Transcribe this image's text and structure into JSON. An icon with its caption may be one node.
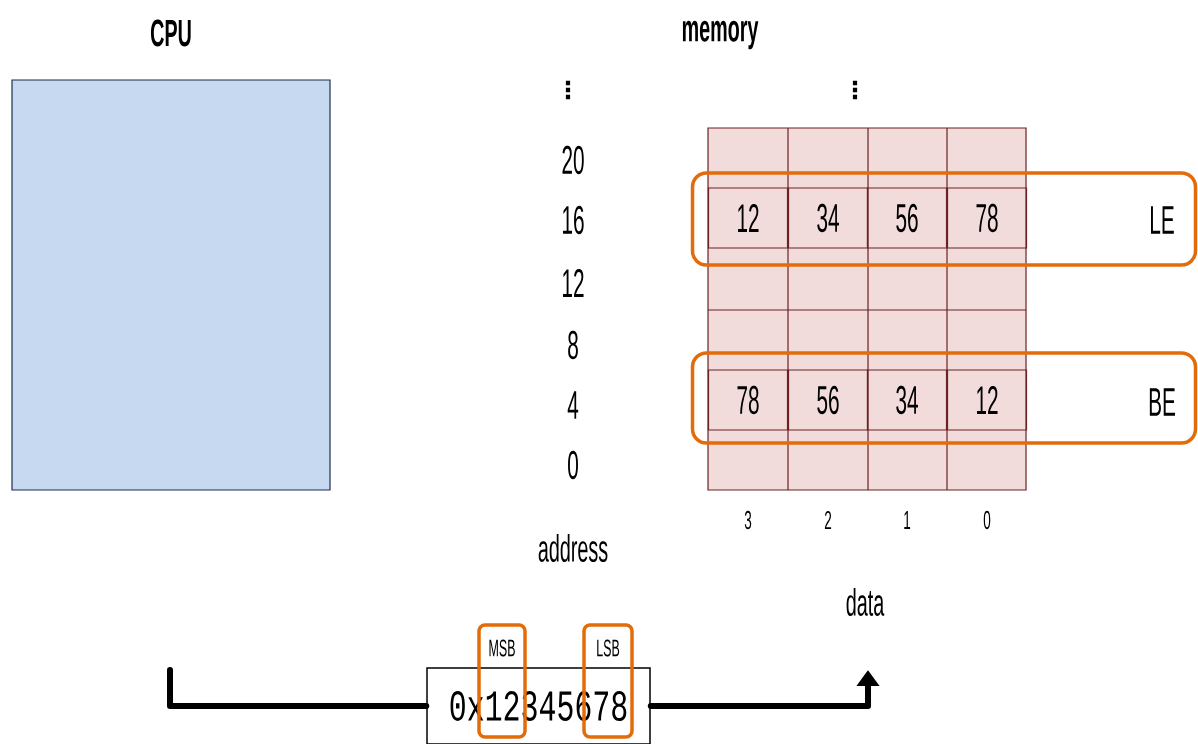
{
  "diagram": {
    "nodes": [
      {
        "text": [
          "CPU"
        ]
      },
      {
        "text": [
          "memory"
        ]
      },
      {
        "text": [
          "12"
        ]
      },
      {
        "text": [
          "34"
        ]
      },
      {
        "text": [
          "56"
        ]
      },
      {
        "text": [
          "78"
        ]
      },
      {
        "text": [
          "78"
        ]
      },
      {
        "text": [
          "56"
        ]
      },
      {
        "text": [
          "34"
        ]
      },
      {
        "text": [
          "12"
        ]
      },
      {
        "text": [
          "LE"
        ]
      },
      {
        "text": [
          "BE"
        ]
      },
      {
        "text": [
          "0x12345678"
        ]
      },
      {
        "text": [
          "MSB"
        ]
      },
      {
        "text": [
          "LSB"
        ]
      }
    ],
    "edges": [
      {
        "from": null,
        "to": 12,
        "arrow": "none"
      },
      {
        "from": 12,
        "to": null,
        "arrow": "to"
      }
    ],
    "labels": [
      "⋮",
      "⋮",
      "20",
      "16",
      "12",
      "8",
      "4",
      "0",
      "3",
      "2",
      "1",
      "0",
      "address",
      "data"
    ]
  }
}
